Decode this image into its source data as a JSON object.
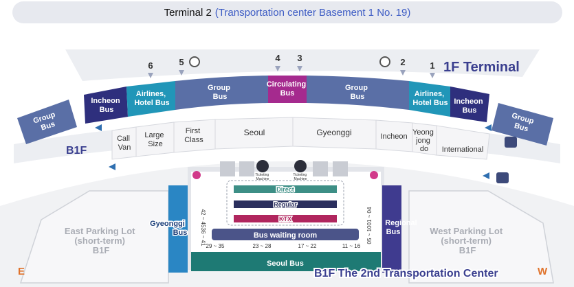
{
  "title": {
    "main": "Terminal 2",
    "sub": "(Transportation center Basement 1 No. 19)"
  },
  "floor_1f": {
    "label": "1F Terminal",
    "zones": {
      "group_bus_far_left": [
        "Group",
        "Bus"
      ],
      "incheon_bus_left": [
        "Incheon",
        "Bus"
      ],
      "airlines_hotel_left": [
        "Airlines,",
        "Hotel Bus"
      ],
      "group_bus_left": [
        "Group",
        "Bus"
      ],
      "circulating_bus": [
        "Circulating",
        "Bus"
      ],
      "group_bus_right": [
        "Group",
        "Bus"
      ],
      "airlines_hotel_right": [
        "Airlines,",
        "Hotel Bus"
      ],
      "incheon_bus_right": [
        "Incheon",
        "Bus"
      ],
      "group_bus_far_right": [
        "Group",
        "Bus"
      ]
    },
    "gates": [
      "6",
      "5",
      "4",
      "3",
      "2",
      "1"
    ]
  },
  "floor_b1": {
    "label": "B1F",
    "counters": {
      "call_van": [
        "Call",
        "Van"
      ],
      "large_size": [
        "Large",
        "Size"
      ],
      "first_class": [
        "First",
        "Class"
      ],
      "seoul": "Seoul",
      "gyeonggi": "Gyeonggi",
      "incheon": "Incheon",
      "yeongjongdo": [
        "Yeong",
        "jong",
        "do"
      ],
      "international": "International"
    }
  },
  "center": {
    "label": "B1F The 2nd Transportation Center",
    "ticketing_machine": [
      "Ticketing",
      "Machine"
    ],
    "direct": "Direct",
    "regular": "Regular",
    "ktx": "KTX",
    "waiting_room": "Bus waiting room",
    "seoul_bus": "Seoul Bus",
    "gyeonggi_bus": [
      "Gyeonggi",
      "Bus"
    ],
    "regional_bus": [
      "Regional",
      "Bus"
    ],
    "platforms_bottom": [
      "29 ~ 35",
      "23 ~ 28",
      "17 ~ 22",
      "11 ~ 16"
    ],
    "platforms_left": [
      "42 ~ 45",
      "36 ~ 41"
    ],
    "platforms_right": [
      "01 ~ 04",
      "05 ~ 10"
    ]
  },
  "parking": {
    "east": [
      "East Parking Lot",
      "(short-term)",
      "B1F"
    ],
    "west": [
      "West Parking Lot",
      "(short-term)",
      "B1F"
    ]
  },
  "compass": {
    "east": "E",
    "west": "W"
  },
  "colors": {
    "group_bus": "#5a6fa6",
    "incheon_bus": "#2e2f7d",
    "airlines_hotel": "#2196b8",
    "circulating_bus": "#a52a8e",
    "floor_label": "#3a3f8f",
    "direct": "#3d8f86",
    "regular": "#2b2f5e",
    "ktx": "#b0265e",
    "gyeonggi_bus": "#2a86c4",
    "regional_bus": "#3f3b8f",
    "seoul_bus": "#1e7a74",
    "compass": "#e0722a"
  }
}
